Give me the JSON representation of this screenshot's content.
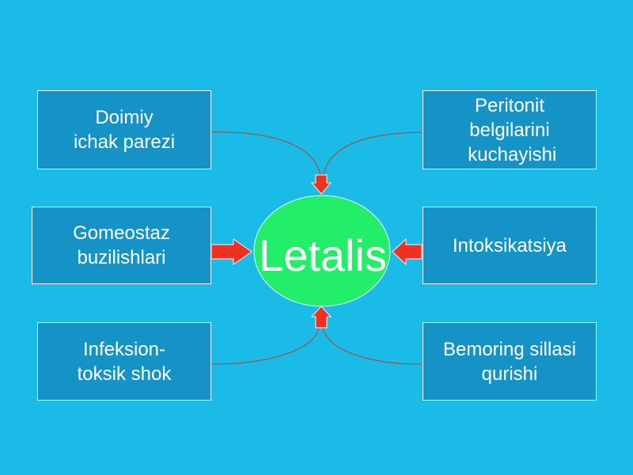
{
  "colors": {
    "background": "#1bbbe8",
    "box_fill": "#1593c6",
    "box_border": "#e8f6fc",
    "center_fill": "#22ee6a",
    "arrow_fill": "#f03020",
    "connector": "#b8402a",
    "text": "#ffffff"
  },
  "center": {
    "label": "Letalis"
  },
  "boxes": {
    "top_left": {
      "lines": [
        "Doimiy",
        "ichak parezi"
      ]
    },
    "middle_left": {
      "lines": [
        "Gomeostaz",
        "buzilishlari"
      ]
    },
    "bottom_left": {
      "lines": [
        "Infeksion-",
        "toksik shok"
      ]
    },
    "top_right": {
      "lines": [
        "Peritonit",
        "belgilarini",
        " kuchayishi"
      ]
    },
    "middle_right": {
      "lines": [
        "Intoksikatsiya"
      ]
    },
    "bottom_right": {
      "lines": [
        "Bemoring sillasi",
        "qurishi"
      ]
    }
  }
}
